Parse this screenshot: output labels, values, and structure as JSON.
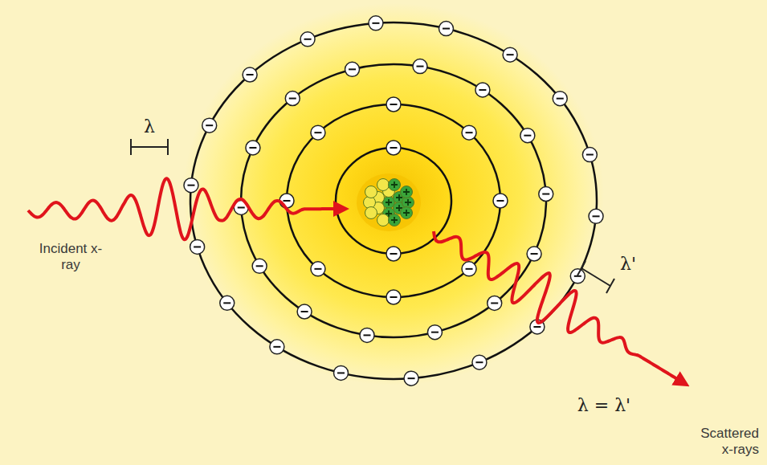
{
  "diagram": {
    "labels": [
      "λ",
      "Incident x-ray",
      "λ'",
      "λ = λ'",
      "Scattered x-rays"
    ]
  }
}
